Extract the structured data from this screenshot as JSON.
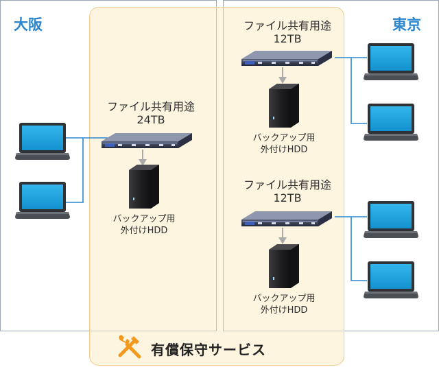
{
  "regions": {
    "osaka": "大阪",
    "tokyo": "東京"
  },
  "nas": [
    {
      "name": "ファイル共有用途",
      "capacity": "24TB"
    },
    {
      "name": "ファイル共有用途",
      "capacity": "12TB"
    },
    {
      "name": "ファイル共有用途",
      "capacity": "12TB"
    }
  ],
  "hdd": [
    {
      "line1": "バックアップ用",
      "line2": "外付けHDD"
    },
    {
      "line1": "バックアップ用",
      "line2": "外付けHDD"
    },
    {
      "line1": "バックアップ用",
      "line2": "外付けHDD"
    }
  ],
  "service": {
    "label": "有償保守サービス",
    "icon": "tools-icon"
  },
  "colors": {
    "region_title": "#2a86cf",
    "region_border": "#9aa7b8",
    "service_fill": "#fae8b4",
    "service_border": "#f1c98a",
    "network_line": "#2a86cf",
    "screen_blue": "#1aa0dc",
    "icon_orange": "#f39a1e"
  }
}
